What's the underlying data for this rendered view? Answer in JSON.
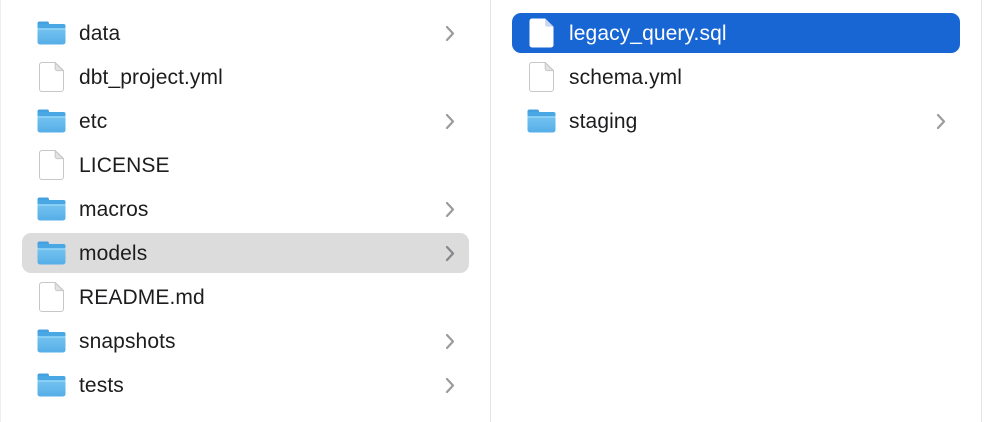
{
  "app": "finder-column-view",
  "colors": {
    "selection_blue": "#1766d4",
    "selection_gray": "#dcdcdc",
    "text": "#1d1d1f",
    "selected_text": "#ffffff",
    "divider": "#e4e4e4",
    "chevron": "#9b9b9b",
    "background": "#ffffff",
    "folder_blue_top": "#7ec9f3",
    "folder_blue_bottom": "#55aee7"
  },
  "columns": [
    {
      "name": "project-root",
      "items": [
        {
          "label": "data",
          "type": "folder",
          "has_chevron": true,
          "selected": "none"
        },
        {
          "label": "dbt_project.yml",
          "type": "file",
          "has_chevron": false,
          "selected": "none"
        },
        {
          "label": "etc",
          "type": "folder",
          "has_chevron": true,
          "selected": "none"
        },
        {
          "label": "LICENSE",
          "type": "file",
          "has_chevron": false,
          "selected": "none"
        },
        {
          "label": "macros",
          "type": "folder",
          "has_chevron": true,
          "selected": "none"
        },
        {
          "label": "models",
          "type": "folder",
          "has_chevron": true,
          "selected": "gray"
        },
        {
          "label": "README.md",
          "type": "file",
          "has_chevron": false,
          "selected": "none"
        },
        {
          "label": "snapshots",
          "type": "folder",
          "has_chevron": true,
          "selected": "none"
        },
        {
          "label": "tests",
          "type": "folder",
          "has_chevron": true,
          "selected": "none"
        }
      ]
    },
    {
      "name": "models-contents",
      "items": [
        {
          "label": "legacy_query.sql",
          "type": "file",
          "has_chevron": false,
          "selected": "blue"
        },
        {
          "label": "schema.yml",
          "type": "file",
          "has_chevron": false,
          "selected": "none"
        },
        {
          "label": "staging",
          "type": "folder",
          "has_chevron": true,
          "selected": "none"
        }
      ]
    }
  ]
}
